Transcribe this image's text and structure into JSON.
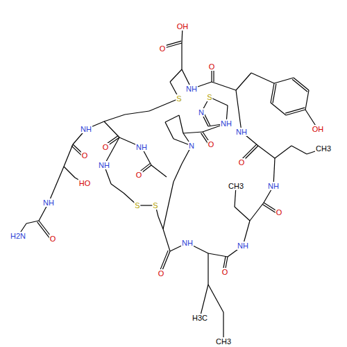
{
  "diagram": {
    "labels": [
      "OH",
      "O",
      "NH",
      "O",
      "OH",
      "NH",
      "O",
      "CH3",
      "NH",
      "O",
      "NH",
      "O",
      "H3C",
      "CH3",
      "NH",
      "O",
      "S",
      "S",
      "NH",
      "O",
      "HO",
      "NH",
      "O",
      "H2N",
      "NH",
      "S",
      "S",
      "N",
      "NH",
      "N",
      "O",
      "O",
      "CH3",
      "NH",
      "O"
    ]
  }
}
